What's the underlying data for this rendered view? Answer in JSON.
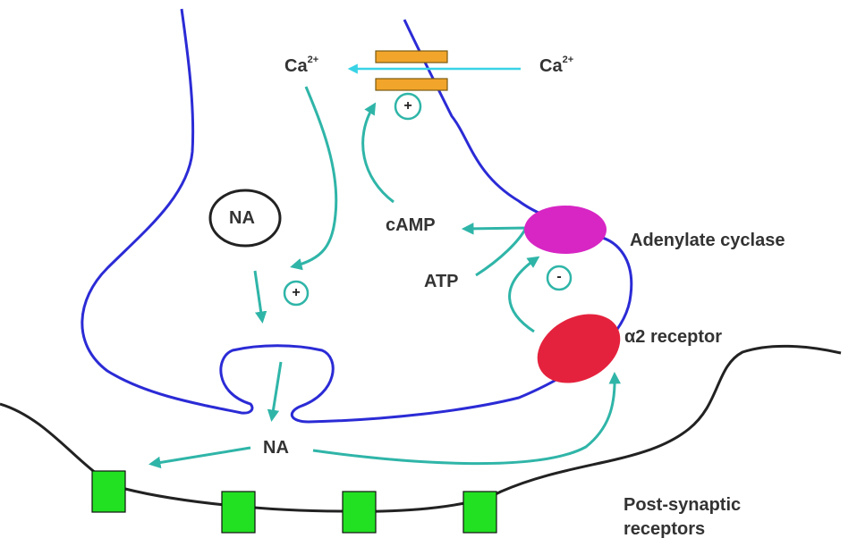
{
  "labels": {
    "ca_inside": "Ca",
    "ca_outside": "Ca",
    "ca_charge": "2+",
    "na_vesicle": "NA",
    "camp": "cAMP",
    "atp": "ATP",
    "adenylate_cyclase": "Adenylate cyclase",
    "alpha2_receptor": "α2 receptor",
    "na_released": "NA",
    "post_synaptic_line1": "Post-synaptic",
    "post_synaptic_line2": "receptors"
  },
  "signs": {
    "calcium_channel": "+",
    "vesicle_release": "+",
    "cyclase_inhibition": "-"
  },
  "colors": {
    "neuron_membrane": "#2b2bd6",
    "post_synaptic_membrane": "#222222",
    "arrow": "#2fb5a8",
    "calcium_arrow": "#39d3e6",
    "channel": "#f2a52b",
    "adenylate_cyclase": "#d726c4",
    "alpha2_receptor": "#e5223d",
    "post_receptor": "#22e022"
  }
}
